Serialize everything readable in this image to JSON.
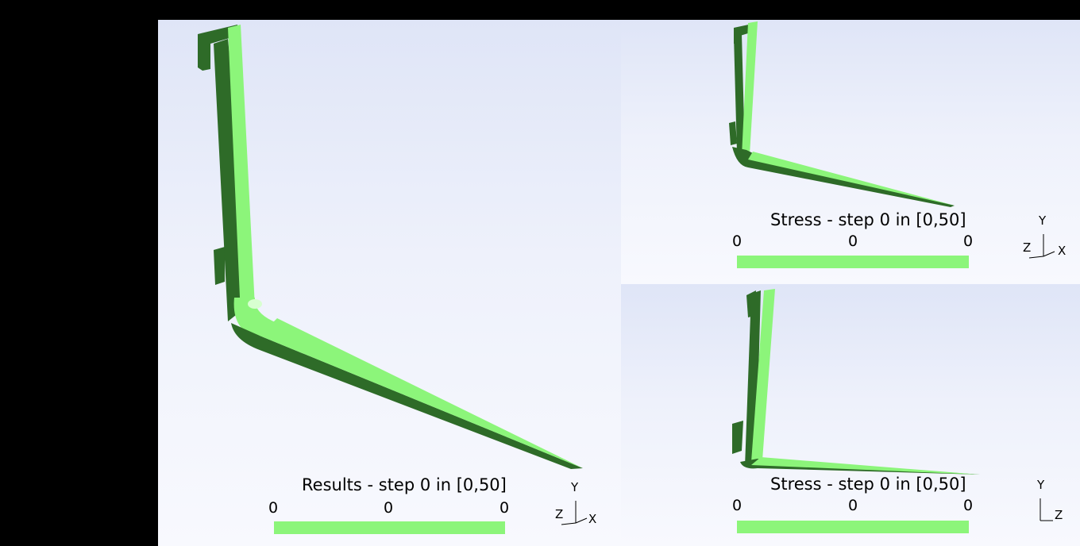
{
  "views": {
    "main": {
      "legend_title": "Results - step 0 in [0,50]",
      "ticks": [
        "0",
        "0",
        "0"
      ],
      "axes": {
        "y": "Y",
        "z": "Z",
        "x": "X"
      }
    },
    "top_right": {
      "legend_title": "Stress - step 0 in [0,50]",
      "ticks": [
        "0",
        "0",
        "0"
      ],
      "axes": {
        "y": "Y",
        "z": "Z",
        "x": "X"
      }
    },
    "bottom_right": {
      "legend_title": "Stress - step 0 in [0,50]",
      "ticks": [
        "0",
        "0",
        "0"
      ],
      "axes": {
        "y": "Y",
        "z": "Z"
      }
    }
  },
  "colors": {
    "model_light": "#8cf57a",
    "model_dark": "#2e6b28",
    "colorbar": "#8cf57a",
    "background_top": "#dfe5f7",
    "background_bottom": "#f8f9fe"
  }
}
